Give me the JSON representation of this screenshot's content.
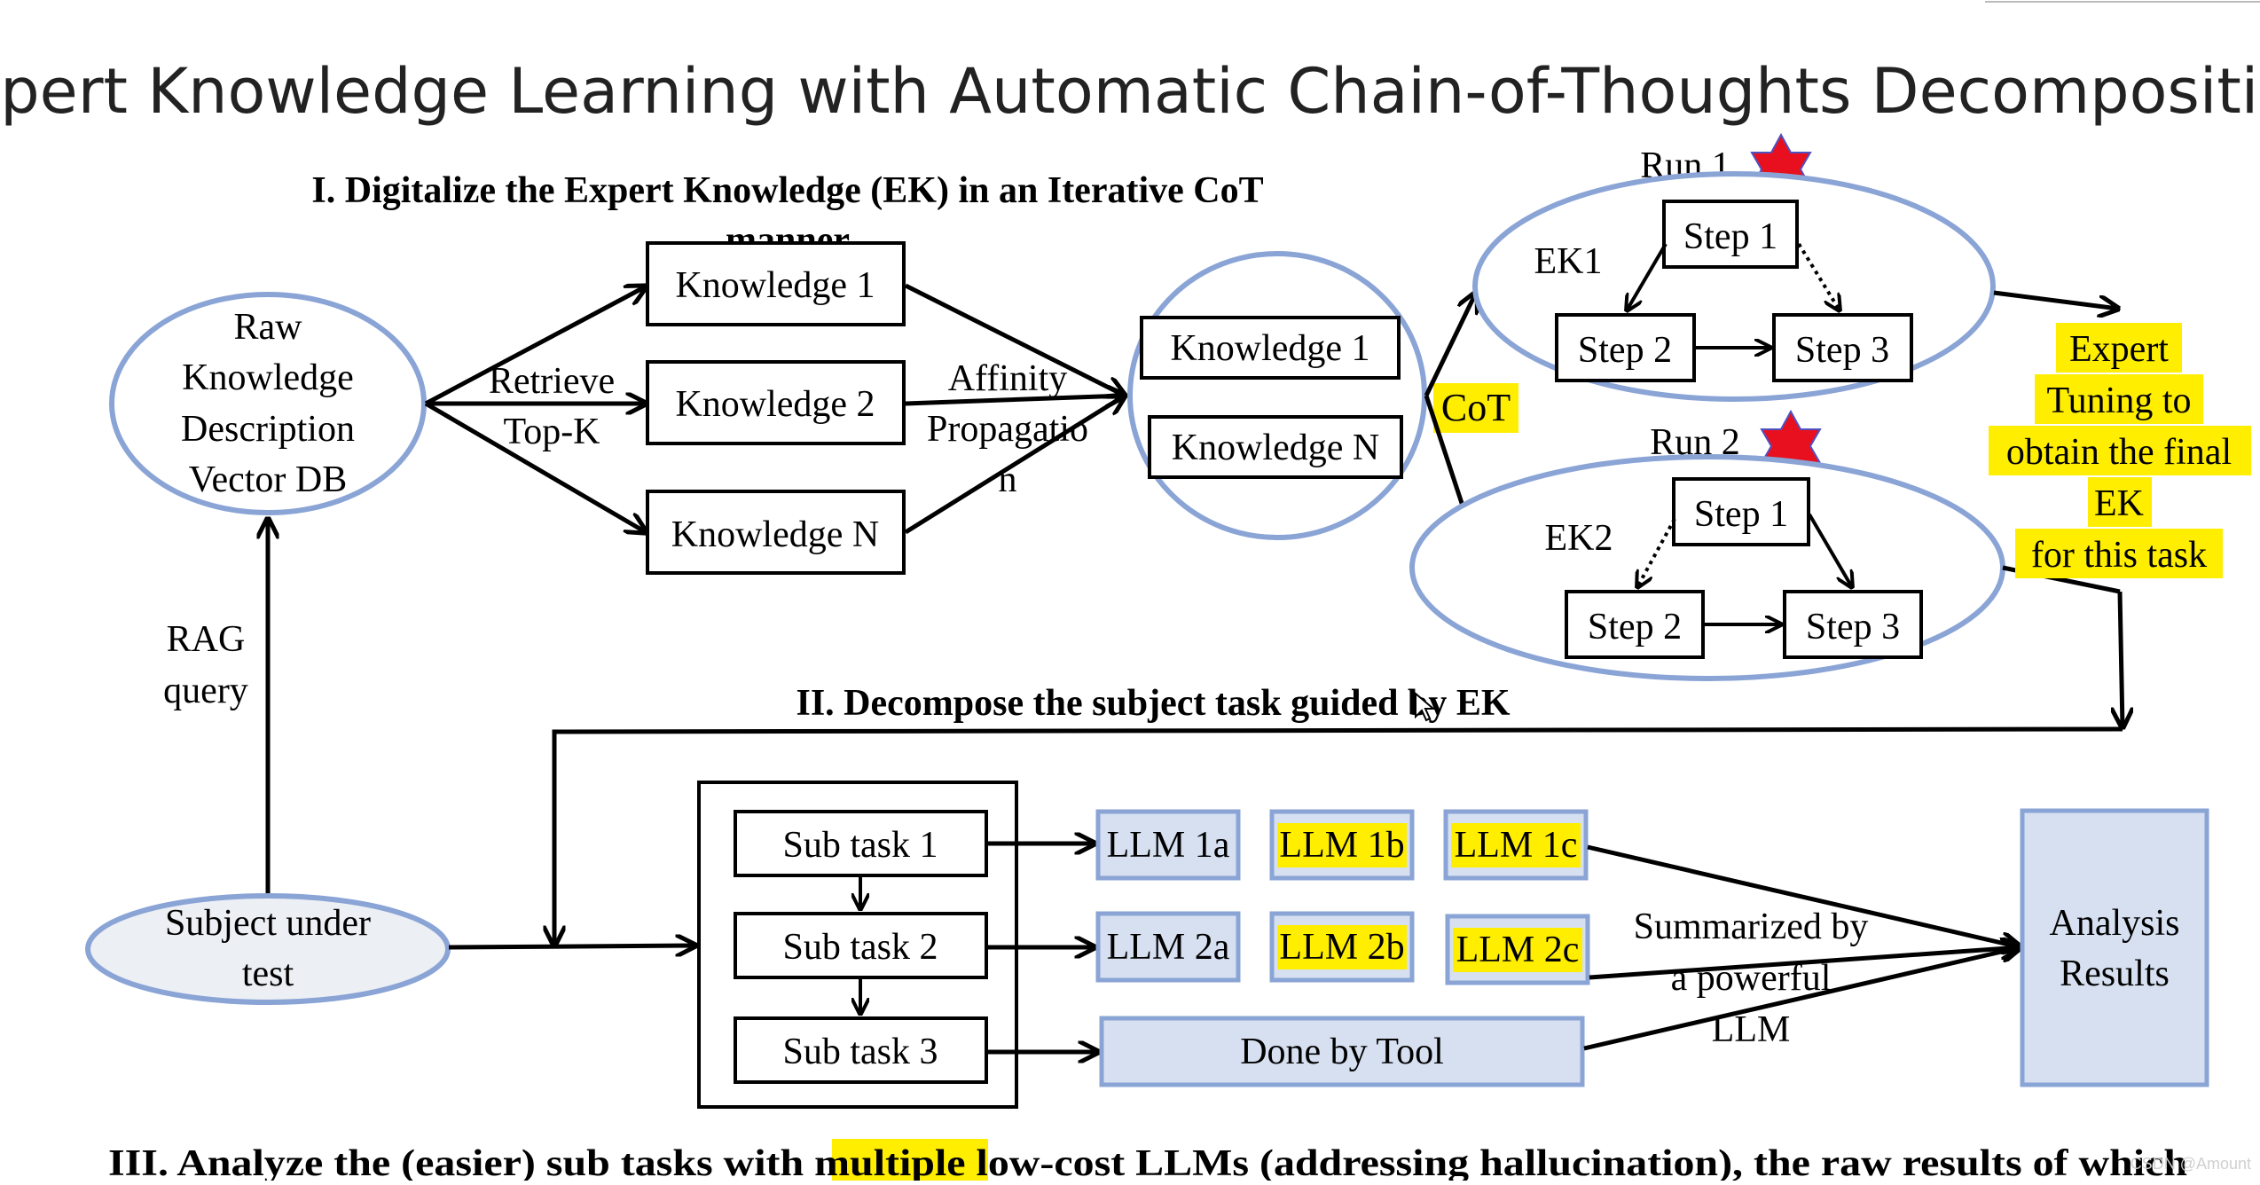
{
  "title": "Expert Knowledge Learning with Automatic Chain-of-Thoughts Decomposition",
  "colors": {
    "ellipse_stroke": "#8aa4d6",
    "highlight": "#ffee00",
    "box_fill_blue": "#d6e0f0",
    "subject_fill": "#eceff3",
    "star": "#e8101e"
  },
  "section1": {
    "heading_line1": "I. Digitalize the Expert Knowledge (EK) in an Iterative CoT",
    "heading_line2": "manner",
    "raw_db": {
      "line1": "Raw",
      "line2": "Knowledge",
      "line3": "Description",
      "line4": "Vector DB"
    },
    "retrieve": {
      "line1": "Retrieve",
      "line2": "Top-K"
    },
    "knowledge": [
      "Knowledge 1",
      "Knowledge 2",
      "Knowledge N"
    ],
    "affinity": {
      "line1": "Affinity",
      "line2": "Propagatio",
      "line3": "n"
    },
    "clustered": [
      "Knowledge 1",
      "Knowledge N"
    ],
    "cot": "CoT",
    "runs": [
      {
        "label": "Run 1",
        "ek": "EK1",
        "steps": [
          "Step 1",
          "Step 2",
          "Step 3"
        ]
      },
      {
        "label": "Run 2",
        "ek": "EK2",
        "steps": [
          "Step 1",
          "Step 2",
          "Step 3"
        ]
      }
    ],
    "expert_tuning": [
      "Expert",
      "Tuning to",
      "obtain the final",
      "EK",
      "for this task"
    ],
    "rag": {
      "line1": "RAG",
      "line2": "query"
    }
  },
  "section2": {
    "heading": "II. Decompose the subject task guided by EK",
    "subject": {
      "line1": "Subject under",
      "line2": "test"
    },
    "subtasks": [
      "Sub task 1",
      "Sub task 2",
      "Sub task 3"
    ],
    "llm_row1": [
      "LLM 1a",
      "LLM 1b",
      "LLM 1c"
    ],
    "llm_row2": [
      "LLM 2a",
      "LLM 2b",
      "LLM 2c"
    ],
    "tool": "Done by Tool",
    "summarized": {
      "line1": "Summarized by",
      "line2": "a powerful",
      "line3": "LLM"
    },
    "analysis": {
      "line1": "Analysis",
      "line2": "Results"
    }
  },
  "section3": {
    "heading_before": "III. Analyze the (easier) sub tasks with ",
    "heading_highlight": "multiple",
    "heading_after": " low-cost LLMs (addressing hallucination), the raw results of which"
  },
  "watermark": "CSDN @Amount"
}
